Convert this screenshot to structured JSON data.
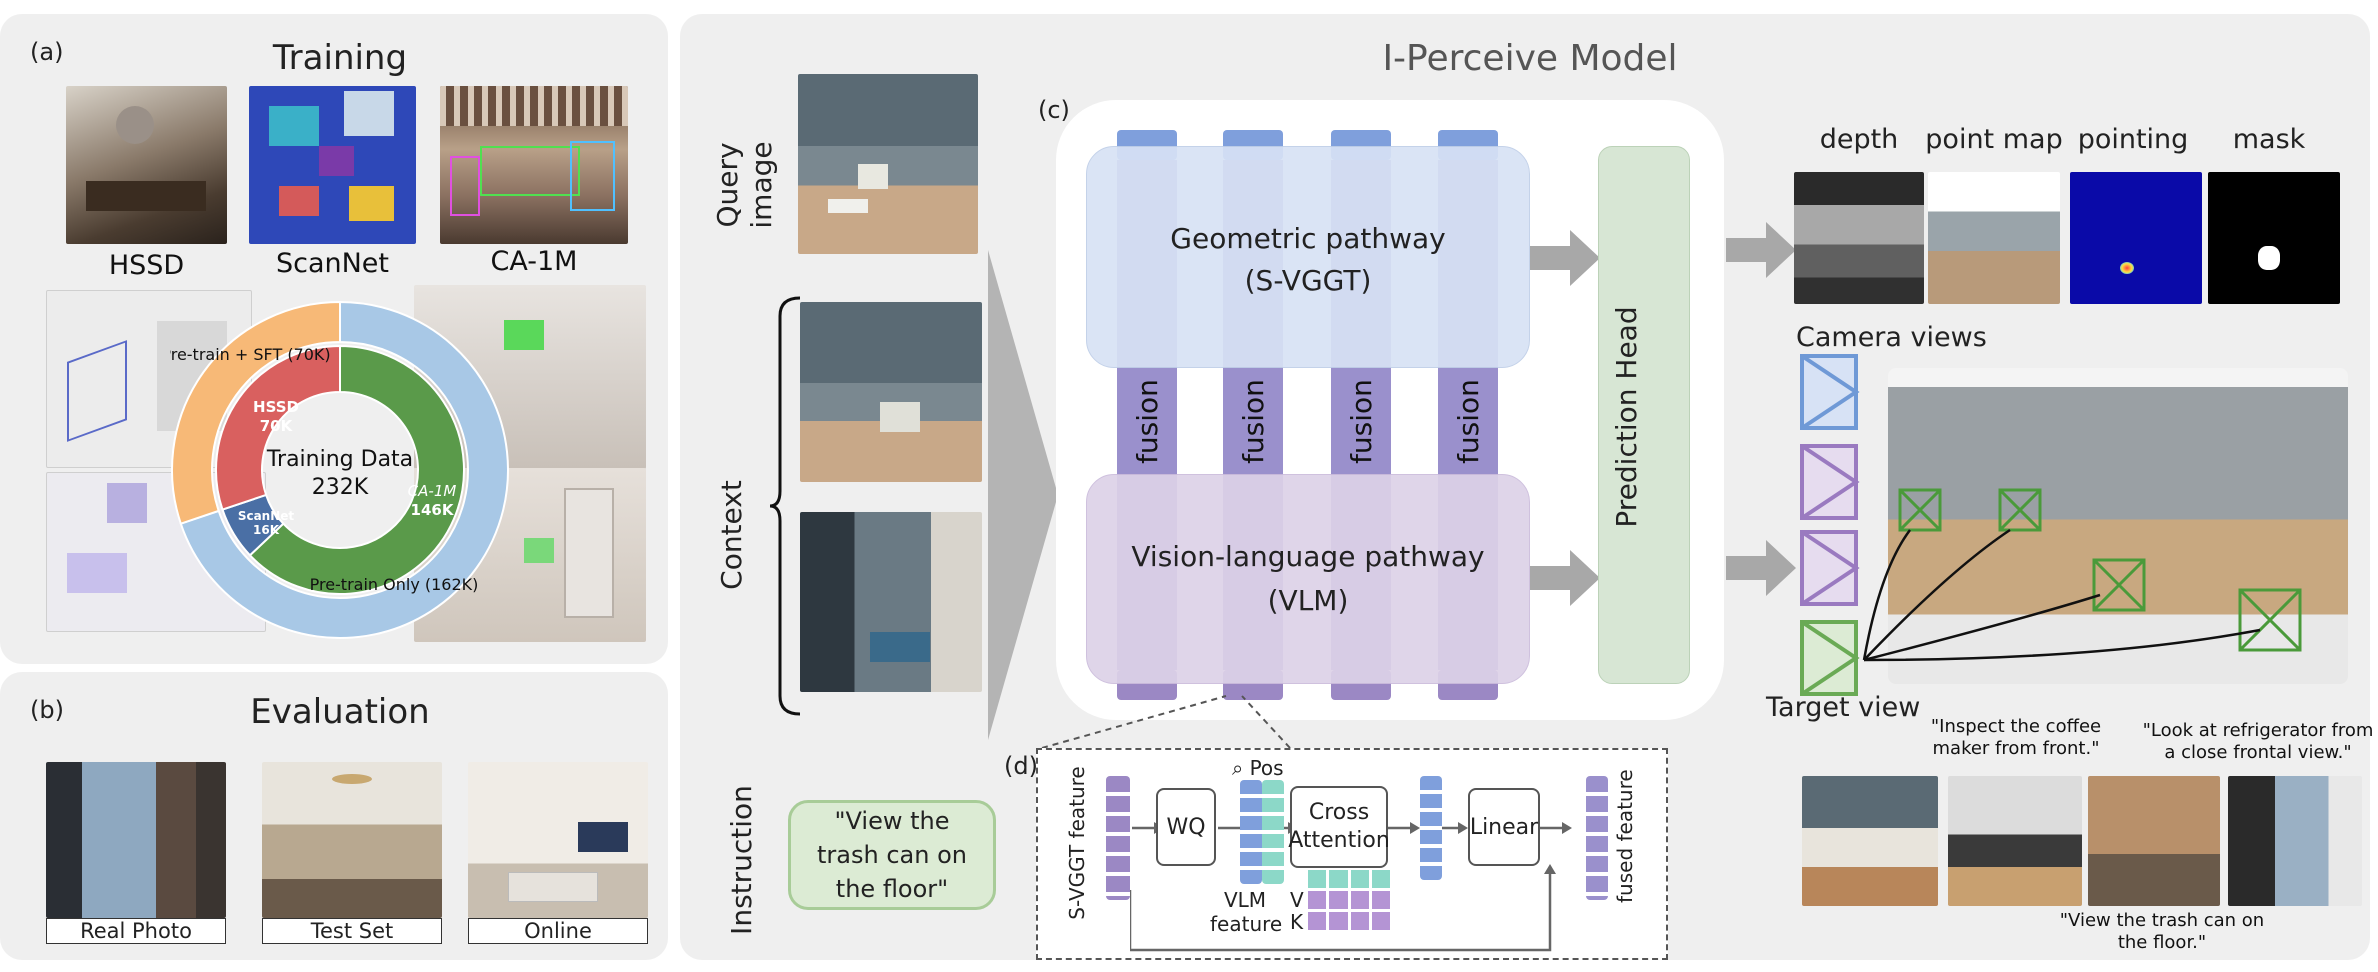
{
  "panel_a": {
    "letter": "(a)",
    "title": "Training",
    "datasets": [
      "HSSD",
      "ScanNet",
      "CA-1M"
    ],
    "donut": {
      "center_title": "Training Data",
      "center_value": "232K",
      "inner": [
        {
          "label": "HSSD",
          "value": "70K",
          "color": "#d9605f"
        },
        {
          "label": "ScanNet",
          "value": "16K",
          "color": "#4a6fa5"
        },
        {
          "label": "CA-1M",
          "value": "146K",
          "color": "#5a9a4a"
        }
      ],
      "outer": [
        {
          "label": "Pre-train + SFT (70K)",
          "color": "#f7b977"
        },
        {
          "label": "Pre-train Only (162K)",
          "color": "#a8c8e6"
        }
      ],
      "chart_data": {
        "type": "pie",
        "series": [
          {
            "name": "",
            "categories": [
              "HSSD",
              "ScanNet",
              "CA-1M"
            ],
            "values": [
              70,
              16,
              146
            ]
          },
          {
            "name": "",
            "categories": [
              "Pre-train + SFT",
              "Pre-train Only"
            ],
            "values": [
              70,
              162
            ]
          }
        ]
      }
    }
  },
  "panel_b": {
    "letter": "(b)",
    "title": "Evaluation",
    "items": [
      "Real Photo",
      "Test Set",
      "Online"
    ]
  },
  "main": {
    "title": "I-Perceive Model",
    "panel_c_letter": "(c)",
    "panel_d_letter": "(d)",
    "query_label": "Query image",
    "context_label": "Context",
    "instruction_label": "Instruction",
    "instruction_text": "\"View the trash can on the floor\"",
    "geometric_line1": "Geometric pathway",
    "geometric_line2": "(S-VGGT)",
    "vlm_line1": "Vision-language pathway",
    "vlm_line2": "(VLM)",
    "fusion": "fusion",
    "prediction_head": "Prediction Head",
    "outputs": [
      "depth",
      "point map",
      "pointing",
      "mask"
    ],
    "camera_views": "Camera views",
    "target_view": "Target view",
    "quotes": {
      "q1": "\"Inspect the coffee maker from front.\"",
      "q2": "\"Look at refrigerator from a close frontal view.\"",
      "q3": "\"View the trash can on the floor.\""
    },
    "detail": {
      "svggt_feature": "S-VGGT feature",
      "wq": "WQ",
      "pos": "Pos",
      "cross_attention": "Cross Attention",
      "linear": "Linear",
      "fused_feature": "fused feature",
      "vlm_feature": "VLM feature",
      "v": "V",
      "k": "K"
    }
  },
  "colors": {
    "blue": "#7f9fdc",
    "purple": "#9b88c4",
    "green_head": "#d7e6d4",
    "camera_blue": "#6f99d6",
    "camera_purple": "#9a7ac0",
    "camera_green": "#6aaa55"
  }
}
